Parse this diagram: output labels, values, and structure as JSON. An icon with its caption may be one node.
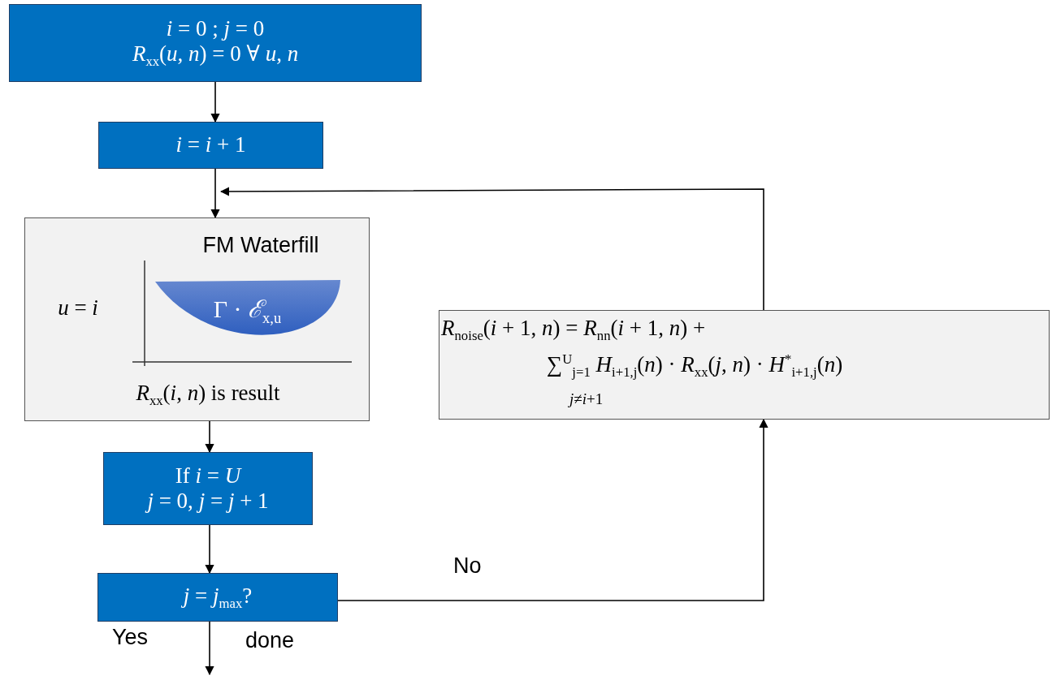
{
  "diagram": {
    "nodes": [
      {
        "text": [
          "*i* = 0 ; *j* = 0",
          "*R*$_{xx}$(*u*, *n*) = 0 ∀ *u*, *n*"
        ]
      },
      {
        "text": [
          "*i* = *i* + 1"
        ]
      },
      {
        "text": [
          "FM Waterfill",
          "*u* = *i*",
          "*R*$_{xx}$(*i*, *n*) is result"
        ]
      },
      {
        "text": [
          "Γ · *ℰ*$_{x,u}$"
        ],
        "in": 2
      },
      {
        "text": [
          "If *i* = *U*",
          "*j* = 0, *j* = *j* + 1"
        ]
      },
      {
        "text": [
          "*j* = *j*$_{max}$?"
        ]
      },
      {
        "text": [
          "*R*$_{noise}$(*i* + 1, *n*) = *R*$_{nn}$(*i* + 1, *n*) +",
          "∑$^{U}$$_{j=1}$  *H*$_{i+1,j}$(*n*) · *R*$_{xx}$(*j*, *n*) · *H*$^{*}$$_{i+1,j}$(*n*)",
          "*j*≠*i*+1"
        ]
      }
    ],
    "edges": [
      {
        "from": 0,
        "to": 1,
        "arrow": "to"
      },
      {
        "from": 1,
        "to": 2,
        "arrow": "to"
      },
      {
        "from": 2,
        "to": 4,
        "arrow": "to"
      },
      {
        "from": 4,
        "to": 5,
        "arrow": "to"
      },
      {
        "from": 5,
        "to": 6,
        "arrow": "to",
        "label": "No"
      },
      {
        "from": 6,
        "to": 2,
        "arrow": "to"
      },
      {
        "from": 5,
        "to": null,
        "arrow": "to",
        "label": "Yes"
      }
    ],
    "labels": [
      "done"
    ]
  }
}
